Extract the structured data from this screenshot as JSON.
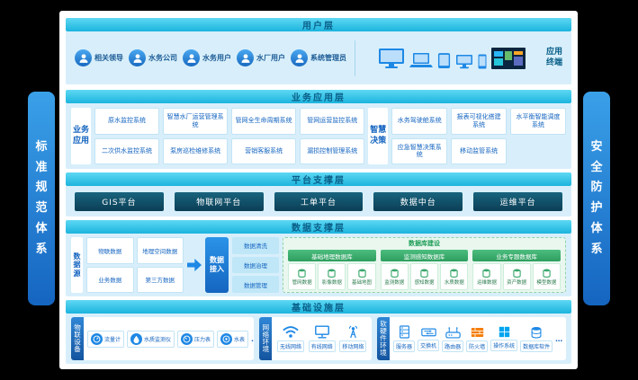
{
  "sidebars": {
    "left": "标准规范体系",
    "right": "安全防护体系"
  },
  "colors": {
    "header_cyan": "#29bfe4",
    "body_light_blue": "#d8effb",
    "accent_blue": "#1e88e5",
    "platform_dark": "#0b3e55",
    "db_green": "#3aa86c",
    "sidebar_blue": "#1e7ad4",
    "background": "#000000"
  },
  "layers": {
    "user": {
      "title": "用户层",
      "users": [
        "相关领导",
        "水务公司",
        "水务用户",
        "水厂用户",
        "系统管理员"
      ],
      "device_icons": [
        "desktop-icon",
        "laptop-icon",
        "tablet-icon",
        "monitor-icon",
        "phone-icon",
        "bigscreen-icon"
      ],
      "terminal_label": "应用终端"
    },
    "business": {
      "title": "业务应用层",
      "group1": {
        "label": "业务应用",
        "rows": [
          [
            "原水监控系统",
            "智慧水厂运营管理系统",
            "管网全生命周期系统",
            "管网运营监控系统"
          ],
          [
            "二次供水监控系统",
            "泵房巡检维修系统",
            "营销客服系统",
            "漏损控制管理系统"
          ]
        ]
      },
      "group2": {
        "label": "智慧决策",
        "rows": [
          [
            "水务驾驶舱系统",
            "报表可视化搭建系统",
            "水平衡智能调度系统"
          ],
          [
            "应急智慧决策系统",
            "移动监管系统"
          ]
        ]
      }
    },
    "platform": {
      "title": "平台支撑层",
      "items": [
        "GIS平台",
        "物联网平台",
        "工单平台",
        "数据中台",
        "运维平台"
      ]
    },
    "data": {
      "title": "数据支撑层",
      "source_label": "数据源",
      "sources": [
        "物联数据",
        "地理空间数据",
        "业务数据",
        "第三方数据"
      ],
      "access_label": "数据接入",
      "process": [
        "数据清洗",
        "数据治理",
        "数据管理"
      ],
      "db": {
        "title": "数据库建设",
        "groups": [
          {
            "name": "基础地理数据库",
            "items": [
              "管网数据",
              "影像数据",
              "基础地图"
            ]
          },
          {
            "name": "监测感知数据库",
            "items": [
              "监测数据",
              "感知数据",
              "水质数据"
            ]
          },
          {
            "name": "业务专题数据库",
            "items": [
              "运维数据",
              "资产数据",
              "模型数据"
            ]
          }
        ]
      }
    },
    "infra": {
      "title": "基础设施层",
      "iot": {
        "label": "物联设备",
        "items": [
          "流量计",
          "水质监测仪",
          "压力表",
          "水表"
        ],
        "more": "…",
        "icons": [
          "flow-meter-icon",
          "water-quality-icon",
          "pressure-gauge-icon",
          "water-meter-icon"
        ]
      },
      "network": {
        "label": "网络环境",
        "items": [
          "无线网络",
          "有线网络",
          "移动网络"
        ],
        "icons": [
          "wifi-icon",
          "wired-network-icon",
          "cellular-tower-icon"
        ]
      },
      "hardware": {
        "label": "软硬件环境",
        "items": [
          "服务器",
          "交换机",
          "路由器",
          "防火墙",
          "操作系统",
          "数据库软件"
        ],
        "more": "…",
        "icons": [
          "server-icon",
          "switch-icon",
          "router-icon",
          "firewall-icon",
          "os-windows-icon",
          "database-icon"
        ]
      }
    }
  }
}
